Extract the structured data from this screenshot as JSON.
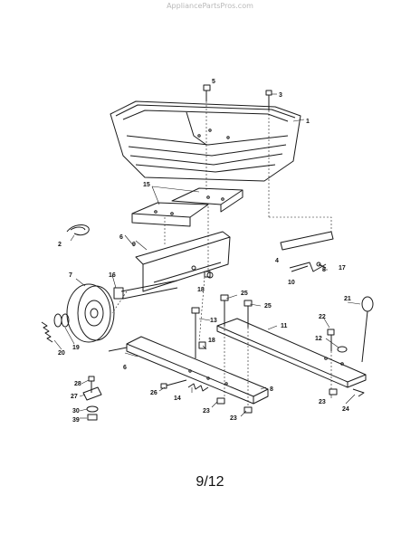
{
  "watermark": "AppliancePartsPros.com",
  "page_number": "9/12",
  "callouts": [
    "1",
    "2",
    "3",
    "4",
    "5",
    "6",
    "6",
    "7",
    "8",
    "8",
    "9",
    "10",
    "12",
    "13",
    "14",
    "15",
    "16",
    "17",
    "18",
    "18",
    "19",
    "20",
    "21",
    "22",
    "23",
    "23",
    "23",
    "24",
    "25",
    "25",
    "26",
    "27",
    "28",
    "30",
    "39",
    "11"
  ]
}
